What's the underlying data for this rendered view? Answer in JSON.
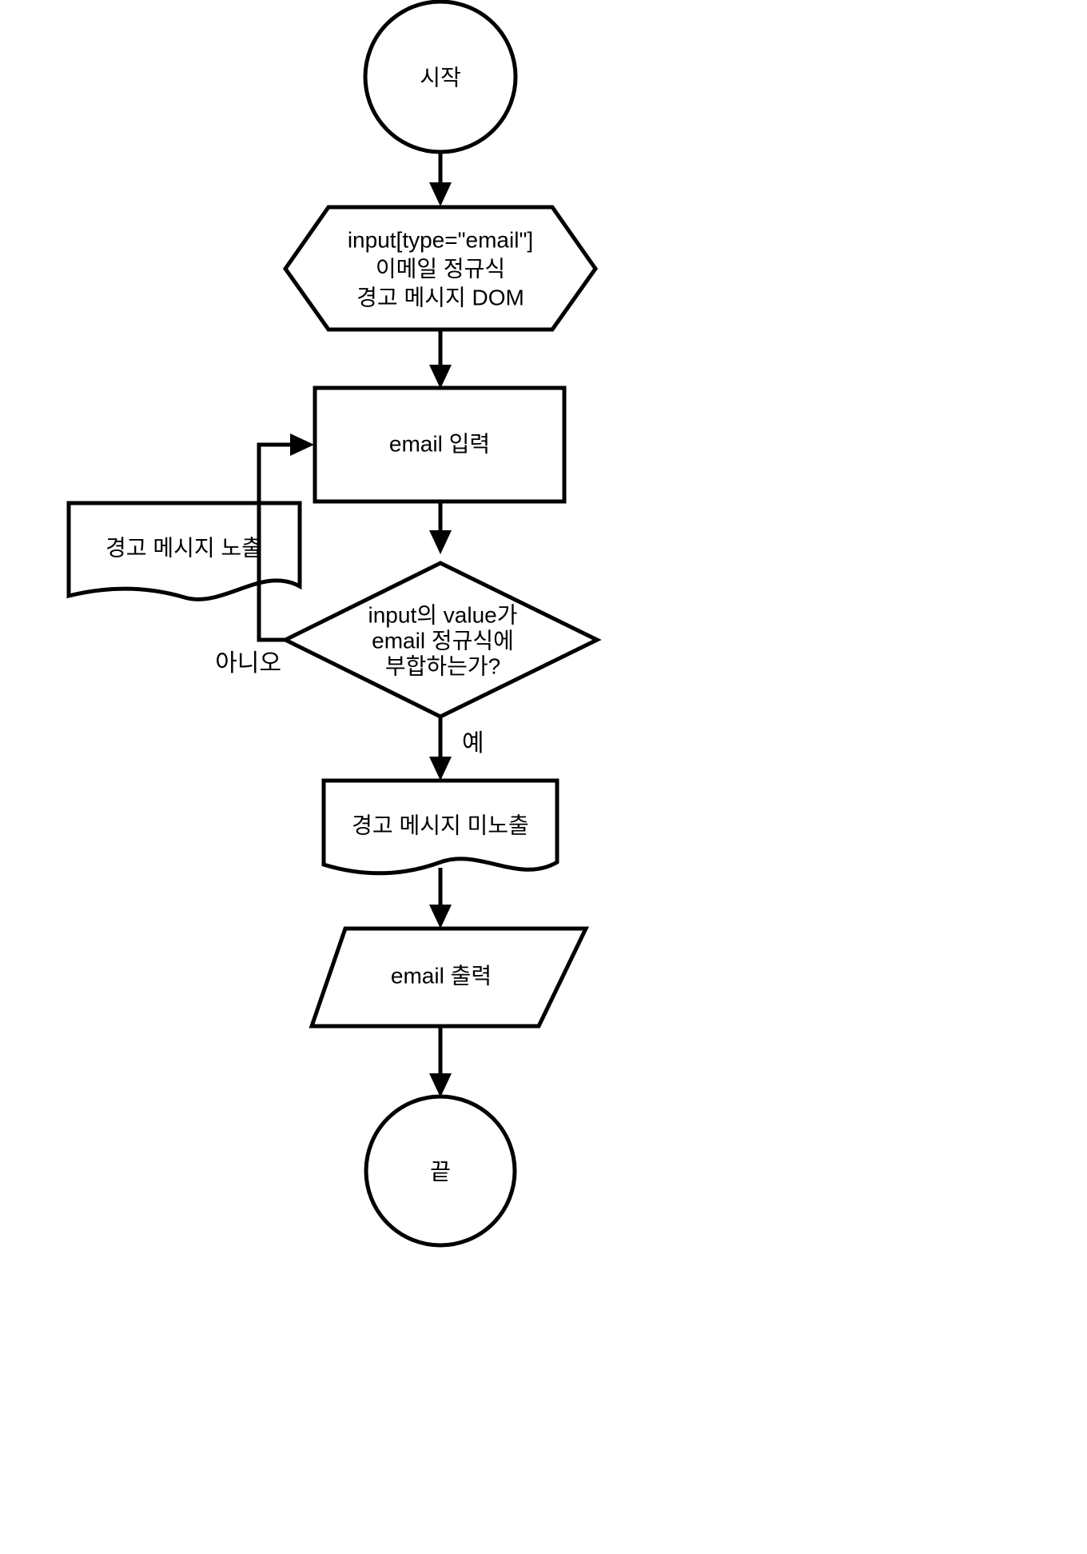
{
  "diagram": {
    "title": "email input validation flowchart",
    "background_color": "#ffffff",
    "stroke_color": "#000000",
    "text_color": "#000000",
    "nodes": {
      "start": {
        "shape": "circle",
        "label": "시작"
      },
      "preparation": {
        "shape": "hexagon",
        "line1": "input[type=\"email\"]",
        "line2": "이메일 정규식",
        "line3": "경고 메시지 DOM"
      },
      "input_process": {
        "shape": "rectangle",
        "label": "email 입력"
      },
      "warning_shown": {
        "shape": "document",
        "label": "경고 메시지 노출"
      },
      "decision": {
        "shape": "diamond",
        "line1": "input의 value가",
        "line2": "email 정규식에",
        "line3": "부합하는가?"
      },
      "warning_hidden": {
        "shape": "document",
        "label": "경고 메시지 미노출"
      },
      "output": {
        "shape": "parallelogram",
        "label": "email 출력"
      },
      "end": {
        "shape": "circle",
        "label": "끝"
      }
    },
    "edge_labels": {
      "no_branch": "아니오",
      "yes_branch": "예"
    }
  }
}
